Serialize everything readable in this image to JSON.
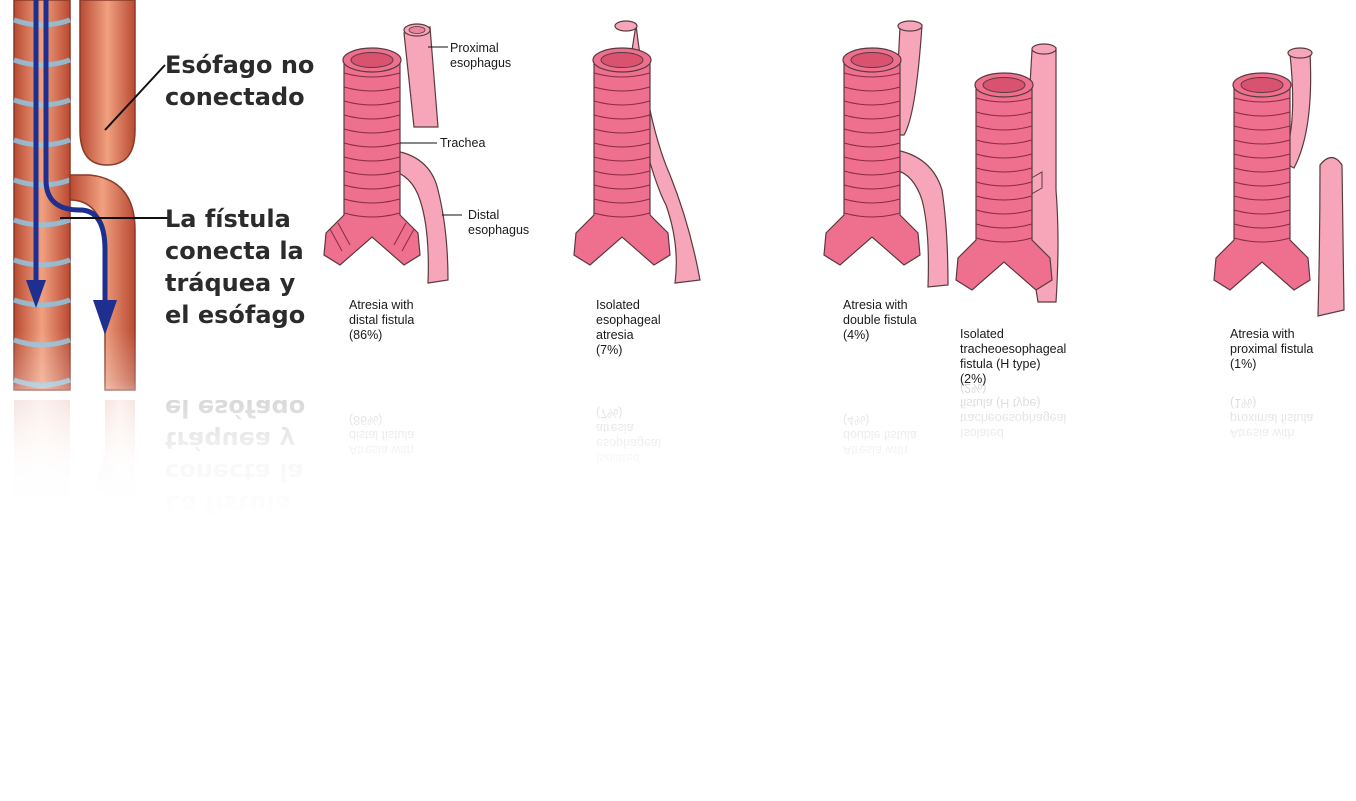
{
  "left_panel": {
    "label_disconnected": "Esófago no\nconectado",
    "label_fistula": "La fístula\nconecta la\ntráquea y\nel esófago"
  },
  "callouts": {
    "proximal": "Proximal\nesophagus",
    "trachea": "Trachea",
    "distal": "Distal\nesophagus"
  },
  "variants": [
    {
      "caption": "Atresia with\ndistal fistula\n(86%)"
    },
    {
      "caption": "Isolated\nesophageal\natresia\n(7%)"
    },
    {
      "caption": "Atresia with\ndouble fistula\n(4%)"
    },
    {
      "caption": "Isolated\ntracheoesophageal\nfistula (H type)\n(2%)"
    },
    {
      "caption": "Atresia with\nproximal fistula\n(1%)"
    }
  ],
  "colors": {
    "trachea": "#ee6f8e",
    "trachea_ring": "#8a2a42",
    "esophagus": "#f7a6ba",
    "outline": "#5a3a3f",
    "left_tissue": "#d9714f",
    "left_arrow": "#1f2f8f",
    "left_rings": "#7fb8d8"
  }
}
